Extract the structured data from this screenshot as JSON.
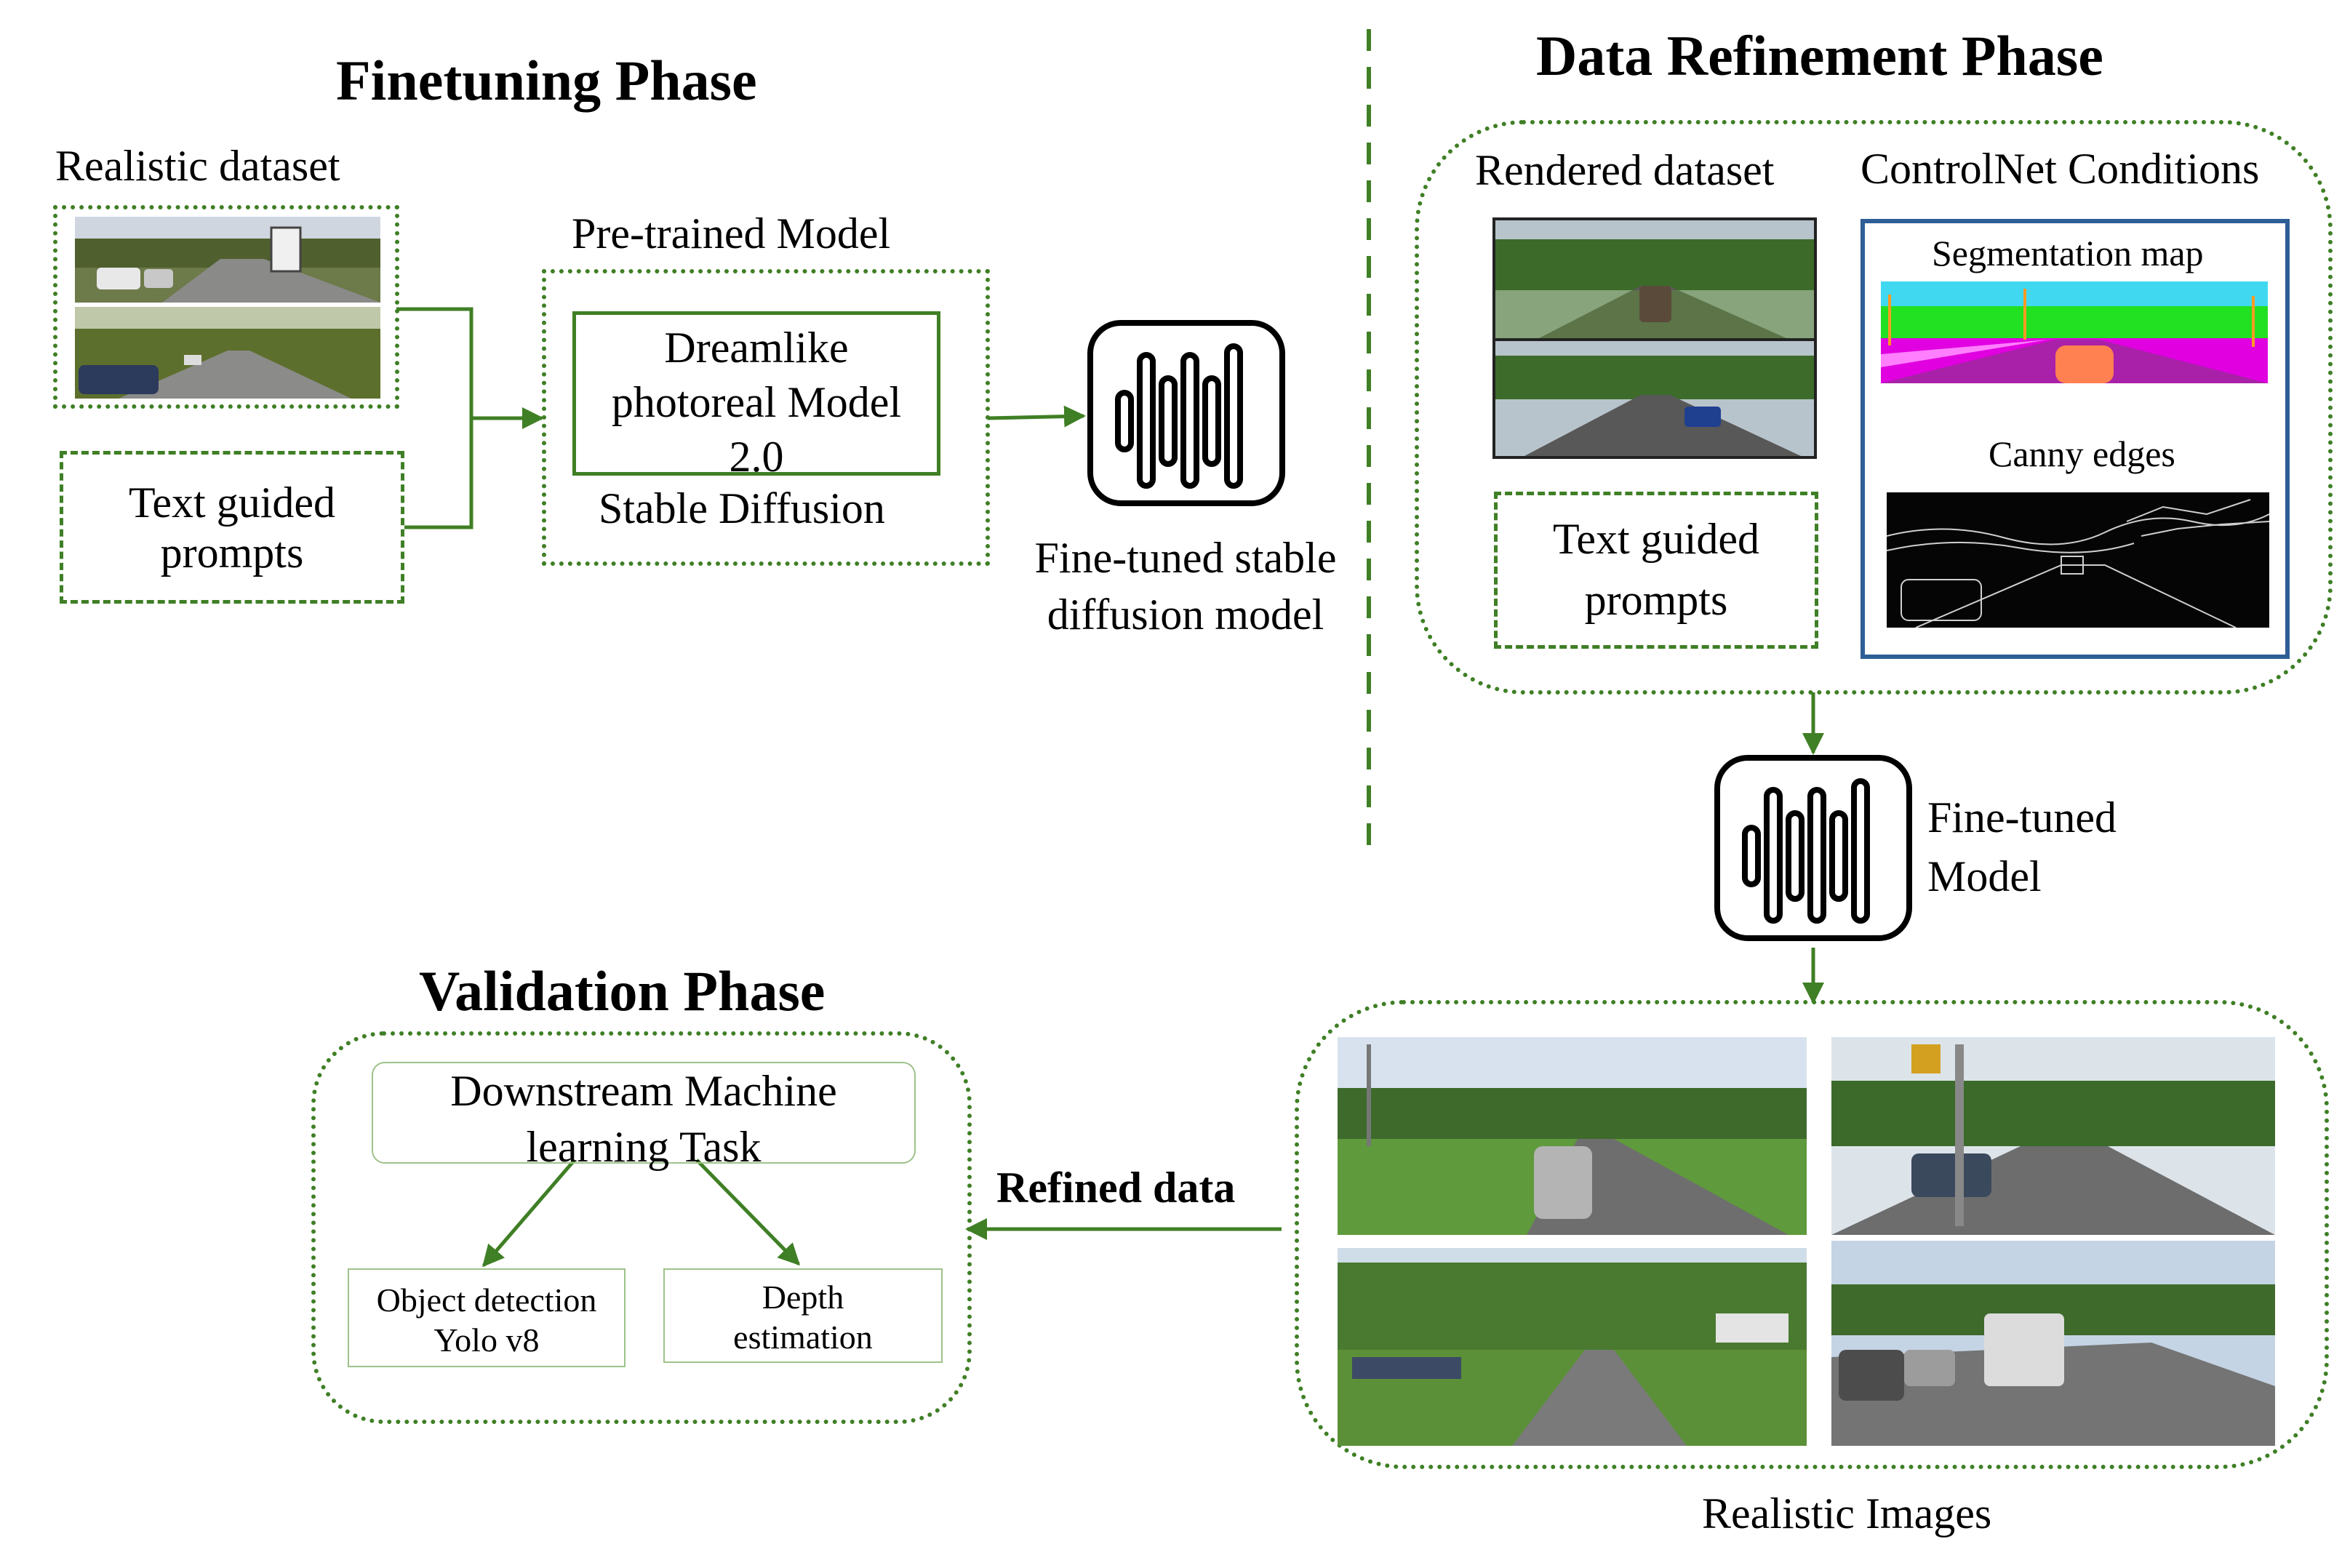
{
  "finetuning": {
    "title": "Finetuning Phase",
    "realistic_dataset": "Realistic dataset",
    "text_prompts": [
      "Text guided",
      "prompts"
    ],
    "pretrained_model": "Pre-trained Model",
    "dreamlike": [
      "Dreamlike",
      "photoreal Model",
      "2.0"
    ],
    "stable_diffusion": "Stable Diffusion",
    "finetuned_stable": [
      "Fine-tuned stable",
      "diffusion model"
    ]
  },
  "refinement": {
    "title": "Data Refinement Phase",
    "rendered_dataset": "Rendered dataset",
    "controlnet_conditions": "ControlNet Conditions",
    "segmentation_map": "Segmentation map",
    "canny_edges": "Canny edges",
    "text_prompts": [
      "Text guided",
      "prompts"
    ],
    "finetuned_model": [
      "Fine-tuned",
      "Model"
    ],
    "realistic_images": "Realistic Images"
  },
  "validation": {
    "title": "Validation Phase",
    "downstream_task": [
      "Downstream Machine",
      "learning Task"
    ],
    "object_detection": [
      "Object detection",
      "Yolo v8"
    ],
    "depth_estimation": [
      "Depth",
      "estimation"
    ],
    "refined_data": "Refined data"
  },
  "colors": {
    "green": "#3f7f25",
    "blue": "#2e5e96",
    "light_green": "#9ec28a",
    "segmentation_magenta": "#e000e0",
    "segmentation_green": "#22e022",
    "segmentation_sky": "#40d8f0",
    "segmentation_car": "#ff8050"
  },
  "icons": {
    "diffusion_model": "waveform-icon"
  }
}
